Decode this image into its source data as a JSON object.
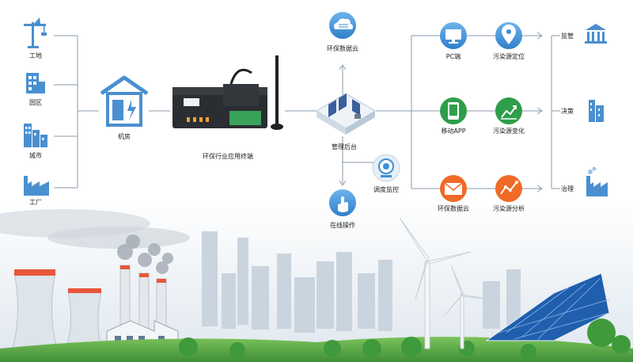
{
  "sources": {
    "site": "工地",
    "park": "园区",
    "city": "城市",
    "factory": "工厂"
  },
  "machine_room": "机房",
  "terminal": "环保行业应用终端",
  "backend": "管理后台",
  "cloud_top": "环保数据云",
  "dispatch": "调度监控",
  "online_op": "在线操作",
  "channels": {
    "pc": "PC端",
    "mobile": "移动APP",
    "cloud": "环保数据云"
  },
  "functions": {
    "locate": "污染源定位",
    "change": "污染源变化",
    "analysis": "污染源分析"
  },
  "outcomes": {
    "supervise": "监管",
    "decision": "决策",
    "govern": "治理"
  },
  "colors": {
    "line": "#8a9aa8",
    "blue_icon": "#3b8fd6",
    "green_icon": "#2e9e4a",
    "orange_icon": "#f06a28",
    "building": "#4a8fd0",
    "sky": "#e8eef4"
  }
}
